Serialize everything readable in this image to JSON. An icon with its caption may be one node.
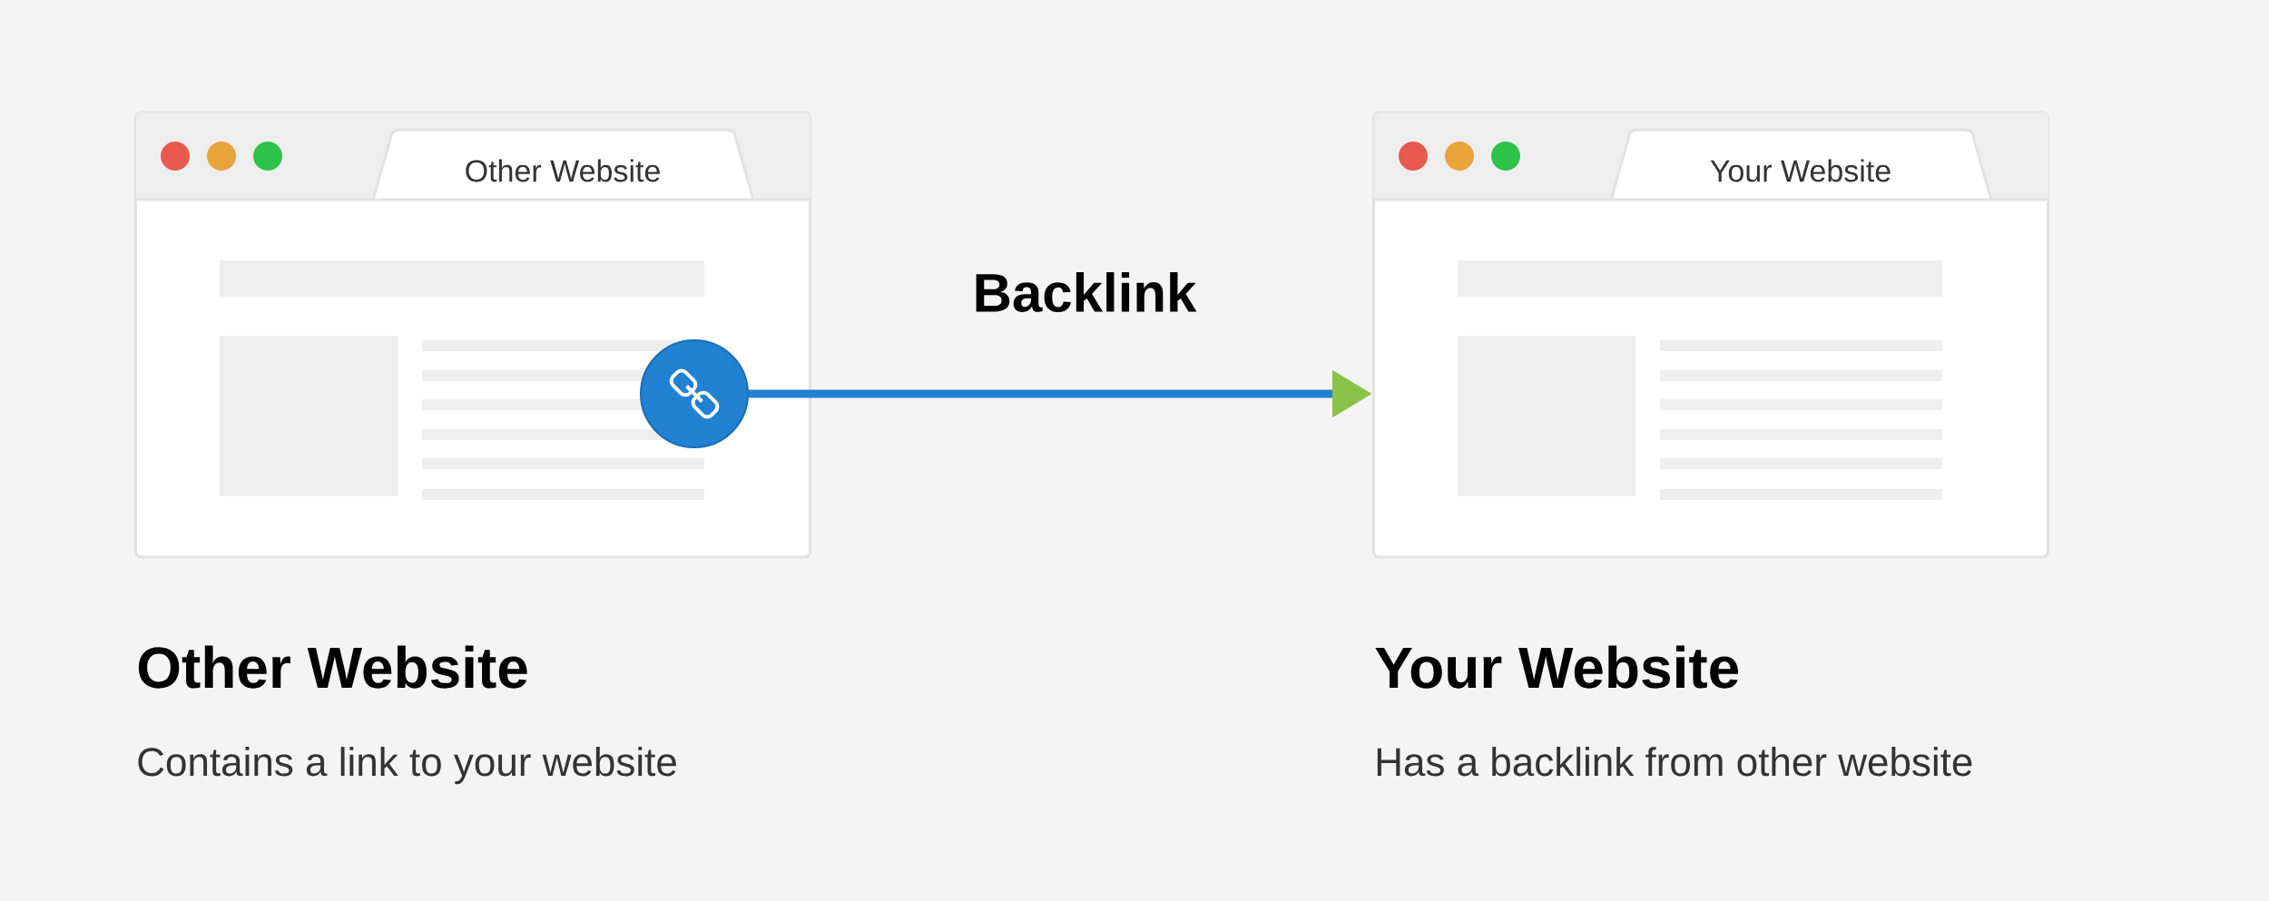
{
  "diagram": {
    "nodes": [
      {
        "text": [
          "Other Website"
        ],
        "beside": [
          "Other Website",
          "Contains a link to your website"
        ]
      },
      {
        "text": [],
        "shape": "circle",
        "in": 0
      },
      {
        "text": [
          "Your Website"
        ],
        "beside": [
          "Your Website",
          "Has a backlink from other website"
        ]
      }
    ],
    "edges": [
      {
        "from": 1,
        "to": 2,
        "arrow": "to",
        "label": "Backlink"
      }
    ]
  }
}
